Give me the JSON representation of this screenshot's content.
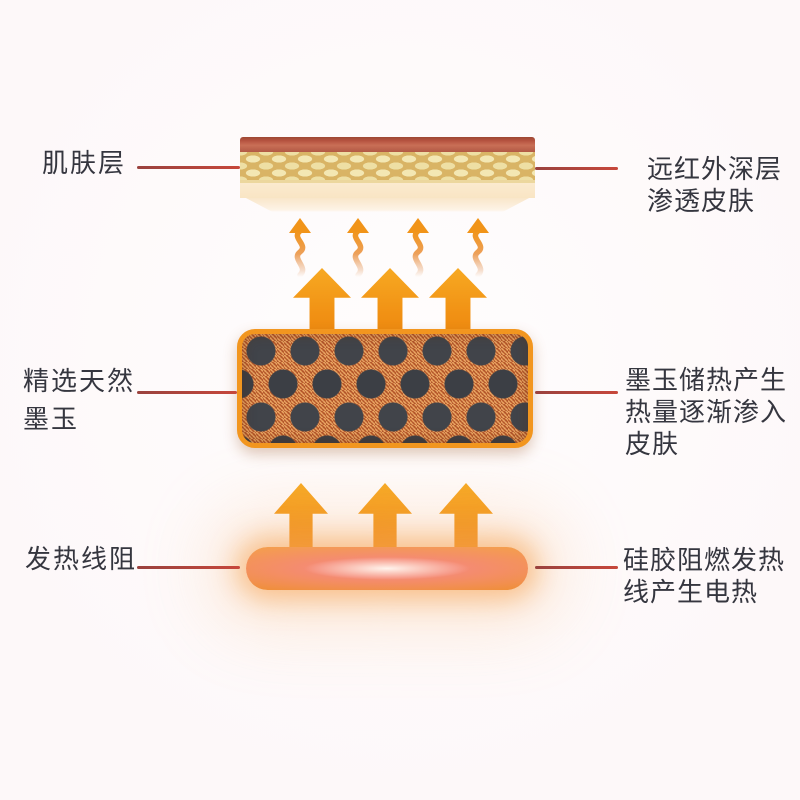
{
  "diagram": {
    "skin": {
      "label_left": "肌肤层",
      "note_right": [
        "远红外深层",
        "渗透皮肤"
      ]
    },
    "jade": {
      "label_left": [
        "精选天然",
        "墨玉"
      ],
      "note_right": [
        "墨玉储热产生",
        "热量逐渐渗入",
        "皮肤"
      ]
    },
    "heater": {
      "label_left": "发热线阻",
      "note_right": [
        "硅胶阻燃发热",
        "线产生电热"
      ]
    }
  },
  "icons": {
    "heat_wave": "wavy-arrow-up-icon",
    "heat_arrow": "block-arrow-up-icon"
  },
  "colors": {
    "background": "#fdf8f9",
    "text": "#35363f",
    "connector_line": "#b4463f",
    "arrow_orange": "#f29a1b",
    "jade_border": "#f2961f",
    "jade_fabric": "#e08231",
    "jade_stone": "#41444a",
    "heater_orange": "#ef9138",
    "heater_core": "#f58a77",
    "skin_top_band": "#b85a46",
    "skin_cell": "#f2e6b2",
    "skin_base": "#fae8cd"
  }
}
